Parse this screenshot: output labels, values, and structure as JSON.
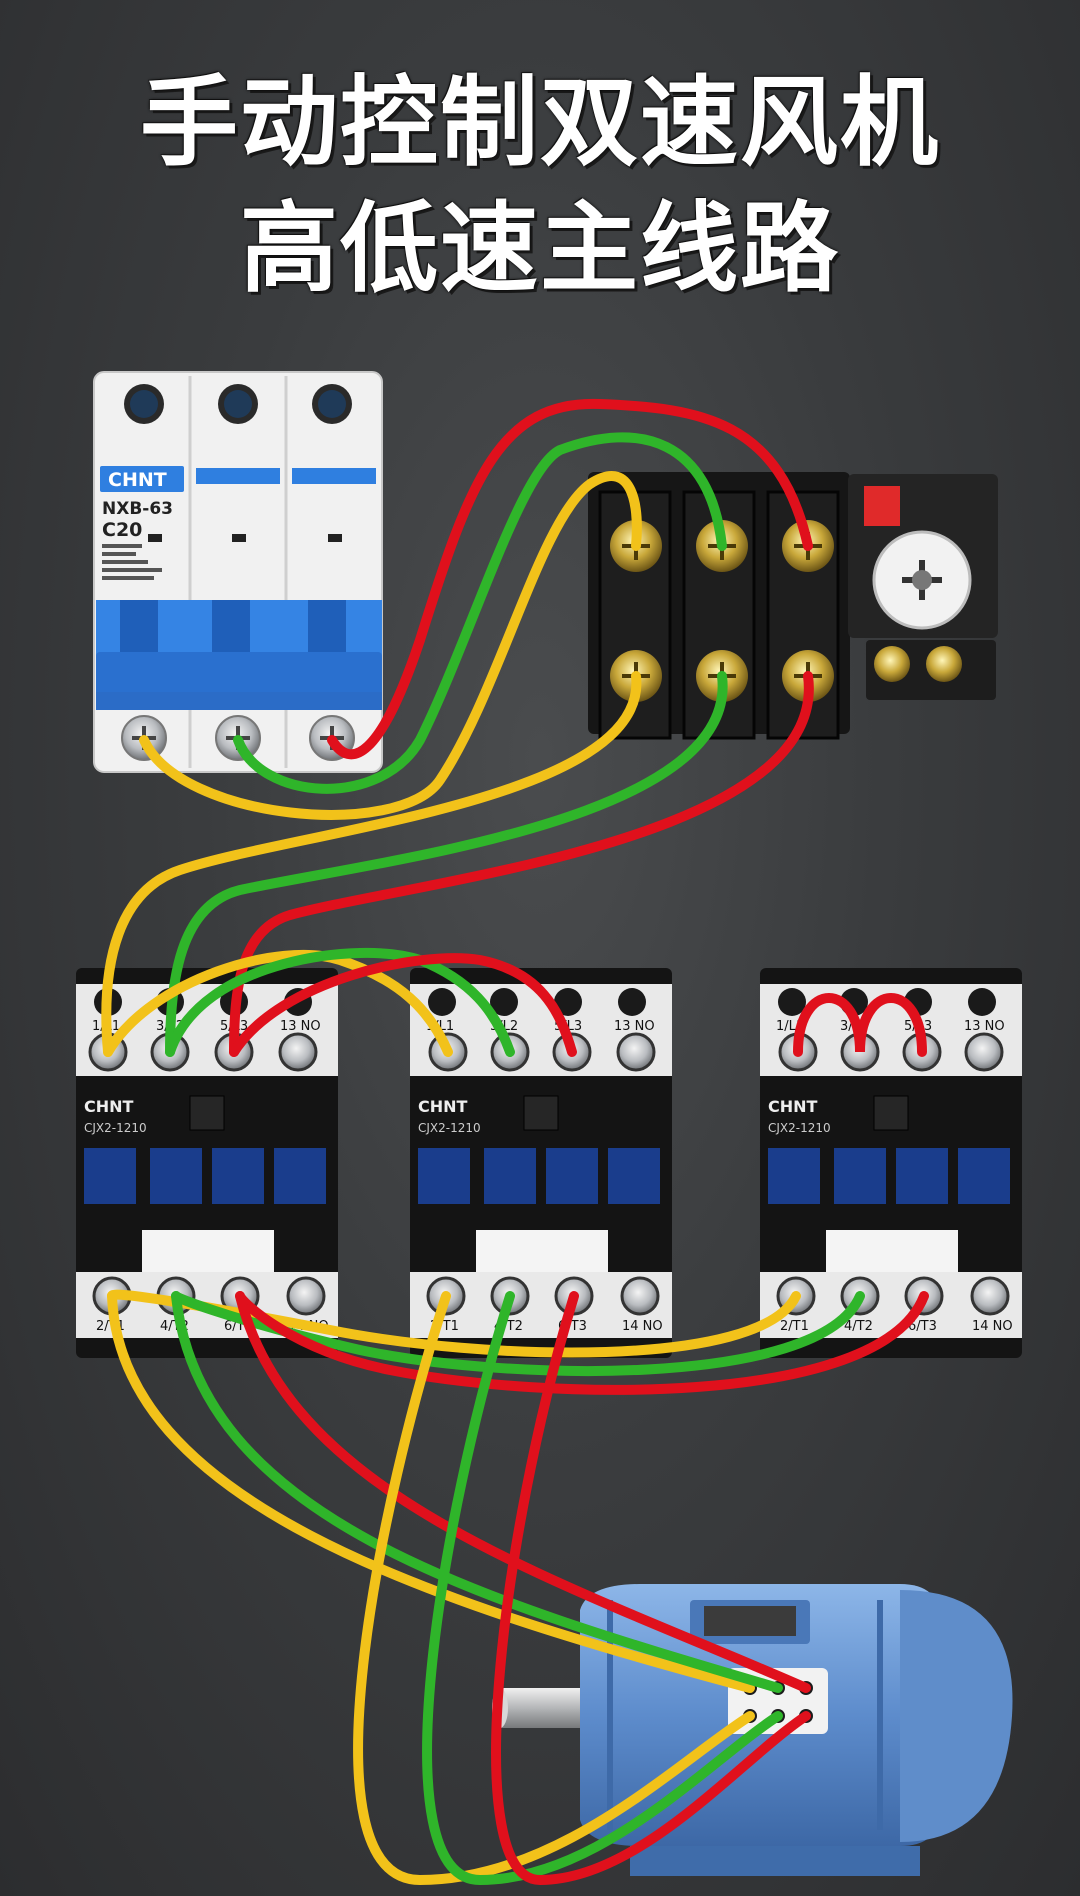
{
  "title": {
    "line1": "手动控制双速风机",
    "line2": "高低速主线路"
  },
  "breaker": {
    "brand": "CHNT",
    "model": "NXB-63",
    "rating": "C20"
  },
  "contactors": [
    {
      "brand": "CHNT",
      "model": "CJX2-1210",
      "top_terminals": [
        "1/L1",
        "3/L2",
        "5/L3",
        "13 NO"
      ],
      "bottom_terminals": [
        "2/T1",
        "4/T2",
        "6/T3",
        "14 NO"
      ]
    },
    {
      "brand": "CHNT",
      "model": "CJX2-1210",
      "top_terminals": [
        "1/L1",
        "3/L2",
        "5/L3",
        "13 NO"
      ],
      "bottom_terminals": [
        "2/T1",
        "4/T2",
        "6/T3",
        "14 NO"
      ]
    },
    {
      "brand": "CHNT",
      "model": "CJX2-1210",
      "top_terminals": [
        "1/L1",
        "3/L2",
        "5/L3",
        "13 NO"
      ],
      "bottom_terminals": [
        "2/T1",
        "4/T2",
        "6/T3",
        "14 NO"
      ]
    }
  ],
  "colors": {
    "wire_yellow": "#f2c21a",
    "wire_green": "#2fb52a",
    "wire_red": "#e0101c",
    "breaker_blue": "#2f7fe0",
    "motor_blue": "#6c9ad0",
    "background": "#3a3c3e"
  }
}
